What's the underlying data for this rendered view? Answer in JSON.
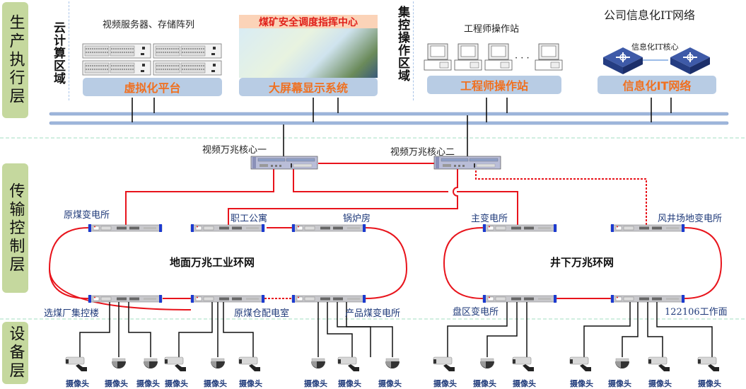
{
  "layers": [
    {
      "label": "生产执行层"
    },
    {
      "label": "传输控制层"
    },
    {
      "label": "设备层"
    }
  ],
  "zones": {
    "cloud": {
      "vertical_label": "云计算区域",
      "caption": "视频服务器、存储阵列",
      "platform": "虚拟化平台"
    },
    "screen": {
      "screen_title": "煤矿安全调度指挥中心",
      "platform": "大屏幕显示系统"
    },
    "control": {
      "vertical_label": "集控操作区域",
      "caption": "工程师操作站",
      "ellipsis": "· · ·",
      "platform": "工程师操作站"
    },
    "it": {
      "caption": "公司信息化IT网络",
      "core_caption": "信息化IT核心",
      "platform": "信息化IT网络"
    }
  },
  "core_switches": [
    {
      "label": "视频万兆核心一"
    },
    {
      "label": "视频万兆核心二"
    }
  ],
  "rings": {
    "surface": {
      "title": "地面万兆工业环网",
      "nodes": [
        "原煤变电所",
        "职工公寓",
        "锅炉房",
        "选煤厂集控楼",
        "原煤仓配电室",
        "产品煤变电所"
      ]
    },
    "underground": {
      "title": "井下万兆环网",
      "nodes": [
        "主变电所",
        "风井场地变电所",
        "盘区变电所",
        "122106工作面"
      ]
    }
  },
  "cameras": [
    {
      "label": "摄像头",
      "type": "bullet"
    },
    {
      "label": "摄像头",
      "type": "dome"
    },
    {
      "label": "摄像头",
      "type": "dome"
    },
    {
      "label": "摄像头",
      "type": "bullet"
    },
    {
      "label": "摄像头",
      "type": "dome"
    },
    {
      "label": "摄像头",
      "type": "bullet"
    },
    {
      "label": "摄像头",
      "type": "dome"
    },
    {
      "label": "摄像头",
      "type": "bullet"
    },
    {
      "label": "摄像头",
      "type": "dome"
    },
    {
      "label": "摄像头",
      "type": "bullet"
    },
    {
      "label": "摄像头",
      "type": "dome"
    },
    {
      "label": "摄像头",
      "type": "bullet"
    },
    {
      "label": "摄像头",
      "type": "bullet"
    },
    {
      "label": "摄像头",
      "type": "dome"
    },
    {
      "label": "摄像头",
      "type": "bullet"
    },
    {
      "label": "摄像头",
      "type": "bullet"
    }
  ],
  "colors": {
    "ring_line": "#e8141c",
    "bus_line": "#9fb7dc",
    "layer_label_bg": "#c5d89e",
    "platform_bg": "#b8cce4",
    "platform_text": "#f07020",
    "node_label": "#1f3a7a"
  }
}
